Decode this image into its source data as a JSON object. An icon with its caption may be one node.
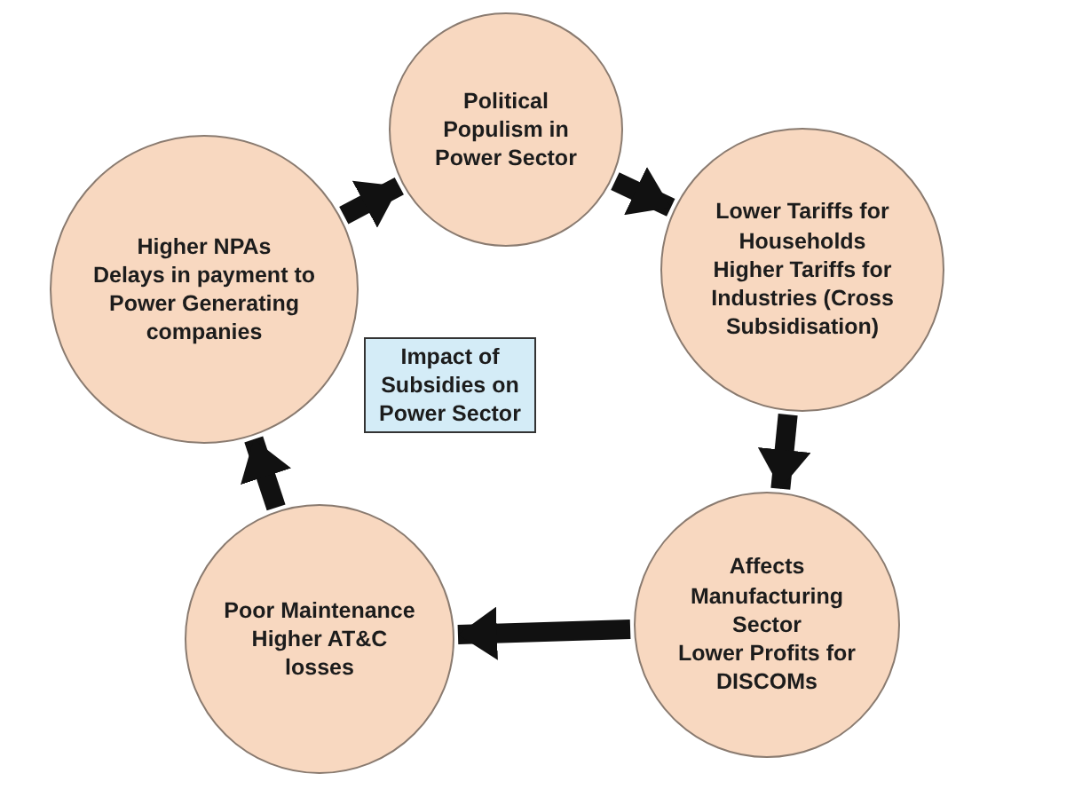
{
  "diagram": {
    "nodes": [
      {
        "text": [
          "Political Populism in Power Sector"
        ]
      },
      {
        "text": [
          "Lower Tariffs for Households",
          "Higher Tariffs for Industries (Cross Subsidisation)"
        ]
      },
      {
        "text": [
          "Affects Manufacturing Sector",
          "Lower Profits for DISCOMs"
        ]
      },
      {
        "text": [
          "Poor Maintenance",
          "Higher AT&C losses"
        ]
      },
      {
        "text": [
          "Higher NPAs",
          "Delays in payment to Power Generating companies"
        ]
      },
      {
        "text": [
          "Impact of Subsidies on Power Sector"
        ]
      }
    ],
    "edges": [
      {
        "from": 0,
        "to": 1,
        "arrow": "to"
      },
      {
        "from": 1,
        "to": 2,
        "arrow": "to"
      },
      {
        "from": 2,
        "to": 3,
        "arrow": "to"
      },
      {
        "from": 3,
        "to": 4,
        "arrow": "to"
      },
      {
        "from": 4,
        "to": 0,
        "arrow": "to"
      }
    ]
  }
}
